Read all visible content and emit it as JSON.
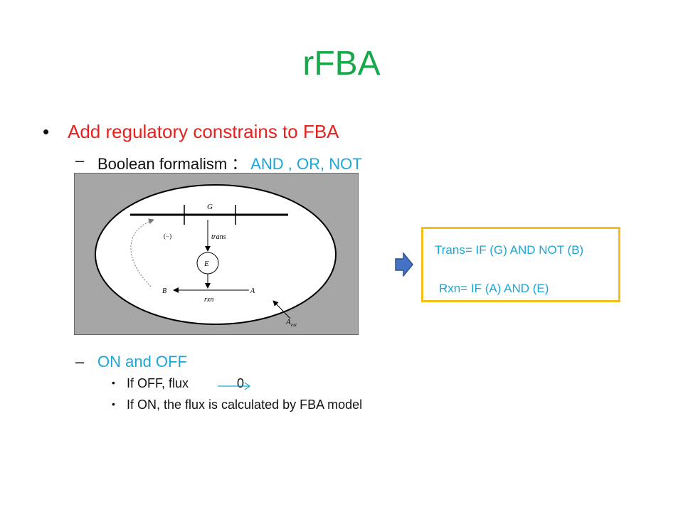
{
  "slide": {
    "title": "rFBA",
    "bullet1": "Add regulatory constrains to FBA",
    "sub1_label": "Boolean formalism",
    "sub1_sep": "：",
    "sub1_ops": "AND , OR, NOT",
    "sub2": "ON and OFF",
    "item1_text": "If OFF, flux",
    "item1_value": "0",
    "item2": "If ON, the flux is calculated by FBA model"
  },
  "diagram": {
    "gene_label": "G",
    "trans_label": "trans",
    "neg_label": "(−)",
    "enzyme_label": "E",
    "b_label": "B",
    "a_label": "A",
    "rxn_label": "rxn",
    "aext_label": "A",
    "aext_sub": "ext"
  },
  "formulas": {
    "trans": "Trans= IF (G) AND NOT (B)",
    "rxn": "Rxn= IF (A) AND (E)"
  },
  "colors": {
    "title": "#17a84a",
    "bullet": "#e8201e",
    "accent": "#1ca6d8",
    "box_border": "#f5be1b",
    "big_arrow": "#4472c4",
    "diagram_bg": "#a6a6a6"
  }
}
